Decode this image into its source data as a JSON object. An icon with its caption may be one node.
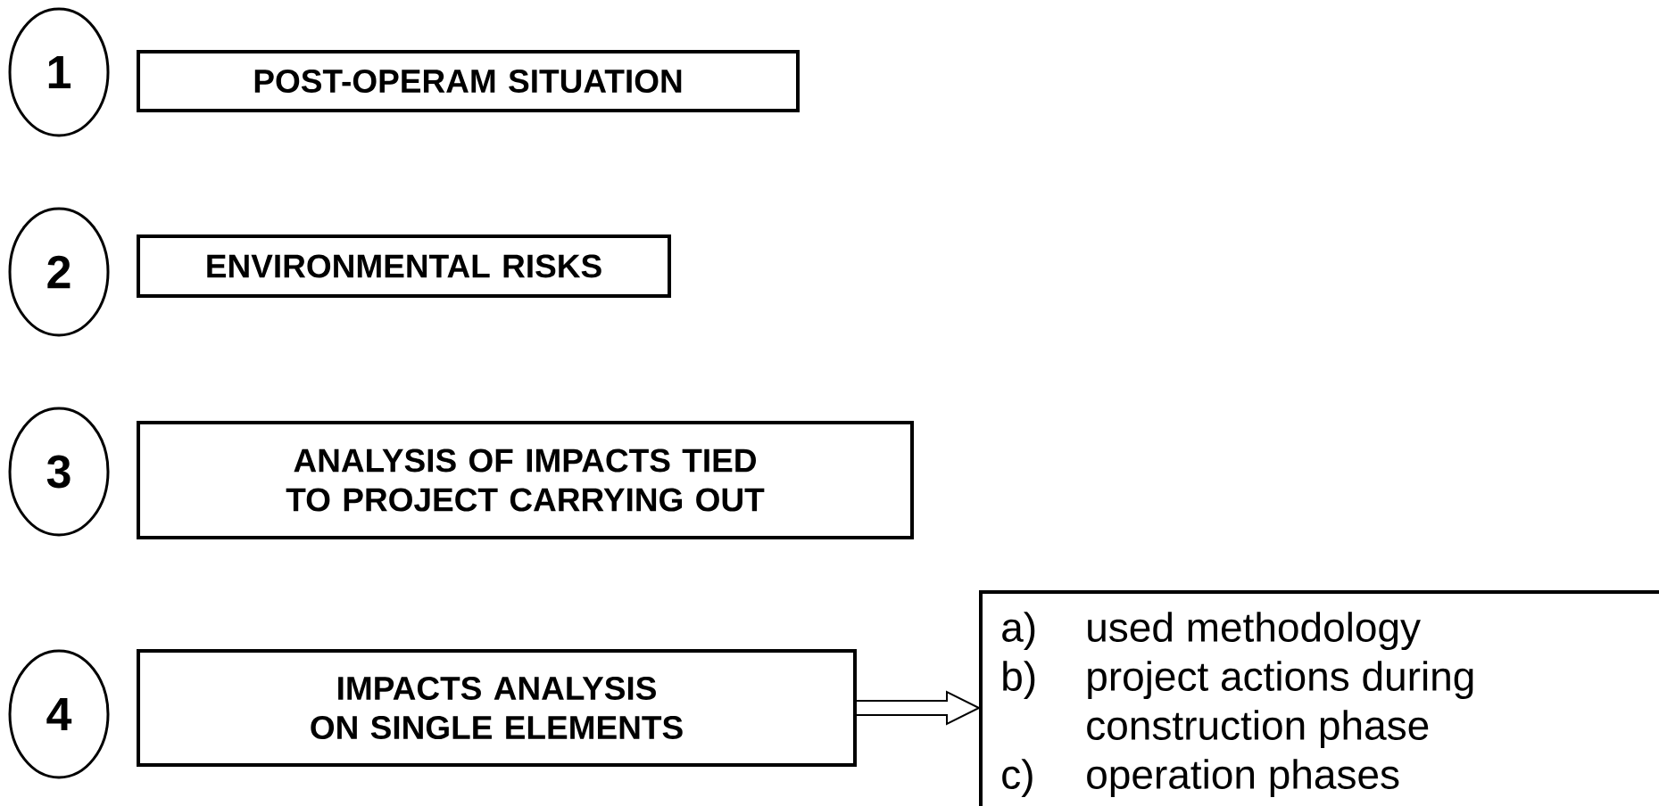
{
  "diagram": {
    "nodes": [
      {
        "text": [
          "1"
        ]
      },
      {
        "text": [
          "POST-OPERAM SITUATION"
        ]
      },
      {
        "text": [
          "2"
        ]
      },
      {
        "text": [
          "ENVIRONMENTAL RISKS"
        ]
      },
      {
        "text": [
          "3"
        ]
      },
      {
        "text": [
          "ANALYSIS OF IMPACTS TIED TO PROJECT CARRYING OUT"
        ]
      },
      {
        "text": [
          "4"
        ]
      },
      {
        "text": [
          "IMPACTS ANALYSIS ON SINGLE ELEMENTS"
        ]
      },
      {
        "text": [
          "a)",
          "used methodology",
          "b)",
          "project actions during construction phase",
          "c)",
          "operation phases"
        ]
      }
    ],
    "edges": [
      {
        "from": 7,
        "to": 8,
        "arrow": "to"
      }
    ]
  }
}
